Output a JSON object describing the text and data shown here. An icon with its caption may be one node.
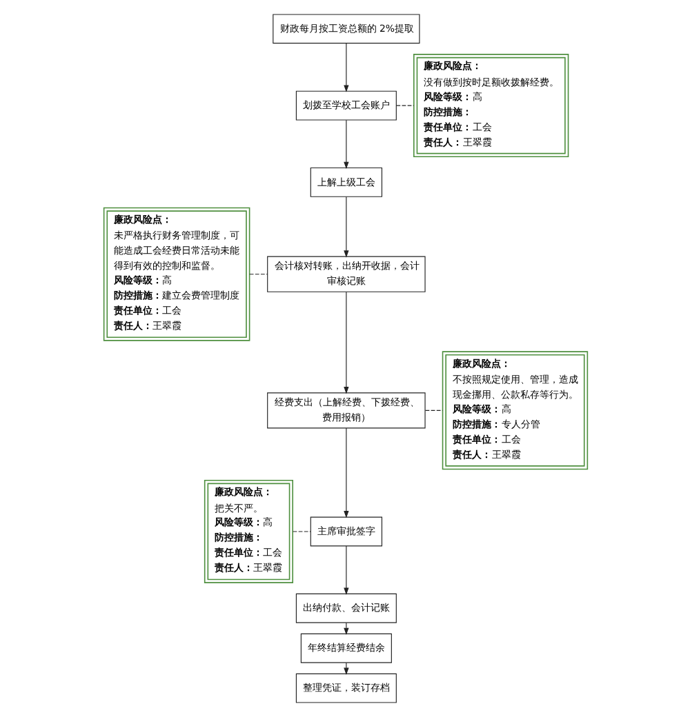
{
  "diagram": {
    "nodes": [
      {
        "text": [
          "财政每月按工资总额的 2%提取"
        ]
      },
      {
        "text": [
          "廉政风险点：",
          "没有做到按时足额收拨解经费。",
          "**风险等级：**高",
          "防控措施：",
          "**责任单位：**工会",
          "**责任人：**王翠霞"
        ]
      },
      {
        "text": [
          "划拨至学校工会账户"
        ]
      },
      {
        "text": [
          "廉政风险点：",
          "未严格执行财务管理制度，可能造成工会经费日常活动未能得到有效的控制和监督。",
          "**风险等级：**高",
          "**防控措施：**建立会费管理制度",
          "**责任单位：**工会",
          "**责任人：**王翠霞"
        ]
      },
      {
        "text": [
          "上解上级工会"
        ]
      },
      {
        "text": [
          "会计核对转账，出纳开收据，会计审核记账"
        ]
      },
      {
        "text": [
          "廉政风险点：",
          "不按照规定使用、管理，造成现金挪用、公款私存等行为。",
          "**风险等级：**高",
          "**防控措施：**专人分管",
          "**责任单位：**工会",
          "**责任人：**王翠霞"
        ]
      },
      {
        "text": [
          "经费支出（上解经费、下拨经费、费用报销）"
        ]
      },
      {
        "text": [
          "廉政风险点：",
          "把关不严。",
          "**风险等级：**高",
          "防控措施：",
          "**责任单位：**工会",
          "**责任人：**王翠霞"
        ]
      },
      {
        "text": [
          "主席审批签字"
        ]
      },
      {
        "text": [
          "出纳付款、会计记账"
        ]
      },
      {
        "text": [
          "年终结算经费结余"
        ]
      },
      {
        "text": [
          "整理凭证，装订存档"
        ]
      }
    ],
    "edges": [
      {
        "from": 0,
        "to": 2,
        "arrow": "to"
      },
      {
        "from": 2,
        "to": 1,
        "arrow": "none",
        "style": "dashed"
      },
      {
        "from": 2,
        "to": 4,
        "arrow": "to"
      },
      {
        "from": 3,
        "to": 5,
        "arrow": "none",
        "style": "dashed"
      },
      {
        "from": 4,
        "to": 5,
        "arrow": "to"
      },
      {
        "from": 5,
        "to": 7,
        "arrow": "to"
      },
      {
        "from": 7,
        "to": 6,
        "arrow": "none",
        "style": "dashed"
      },
      {
        "from": 7,
        "to": 9,
        "arrow": "to"
      },
      {
        "from": 8,
        "to": 9,
        "arrow": "none",
        "style": "dashed"
      },
      {
        "from": 9,
        "to": 10,
        "arrow": "to"
      },
      {
        "from": 10,
        "to": 11,
        "arrow": "to"
      },
      {
        "from": 11,
        "to": 12,
        "arrow": "to"
      }
    ]
  }
}
